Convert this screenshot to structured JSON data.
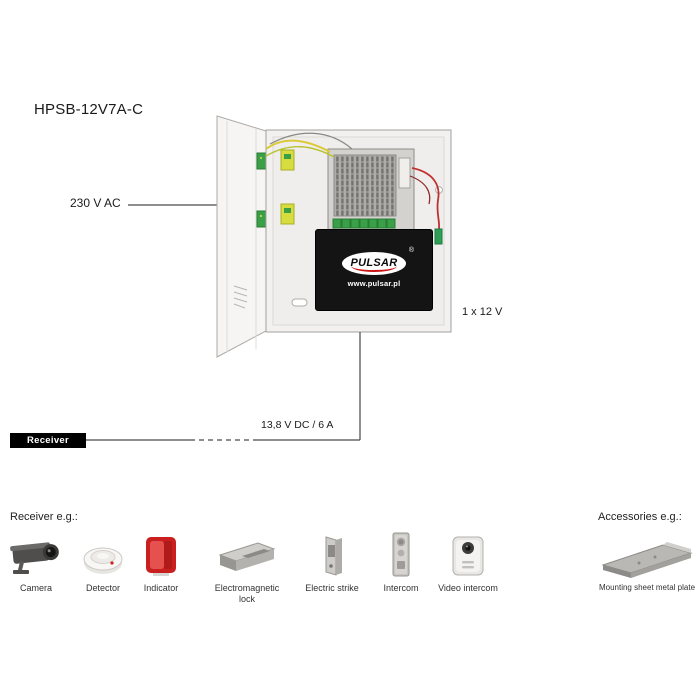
{
  "diagram": {
    "title": "HPSB-12V7A-C",
    "input_label": "230 V AC",
    "battery_label": "1 x 12 V",
    "output_label": "13,8 V DC / 6 A",
    "receiver_label": "Receiver",
    "brand": "PULSAR",
    "brand_registered": "®",
    "brand_url": "www.pulsar.pl"
  },
  "receiver_section": {
    "heading": "Receiver e.g.:",
    "items": [
      {
        "label": "Camera",
        "icon": "camera-icon"
      },
      {
        "label": "Detector",
        "icon": "detector-icon"
      },
      {
        "label": "Indicator",
        "icon": "indicator-icon"
      },
      {
        "label": "Electromagnetic lock",
        "icon": "electromagnetic-lock-icon"
      },
      {
        "label": "Electric strike",
        "icon": "electric-strike-icon"
      },
      {
        "label": "Intercom",
        "icon": "intercom-icon"
      },
      {
        "label": "Video intercom",
        "icon": "video-intercom-icon"
      }
    ]
  },
  "accessories_section": {
    "heading": "Accessories e.g.:",
    "items": [
      {
        "label": "Mounting sheet metal plate",
        "icon": "mounting-plate-icon"
      }
    ]
  },
  "colors": {
    "line": "#4a4a4a",
    "badge_bg": "#000000",
    "badge_text": "#ffffff",
    "brand_red": "#cc1616",
    "battery_bg": "#141414"
  }
}
